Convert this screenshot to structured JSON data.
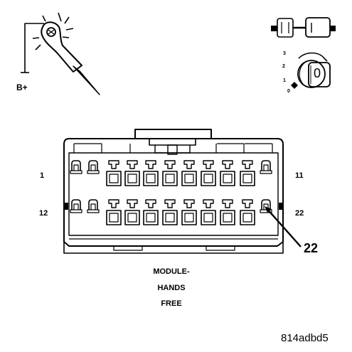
{
  "probe": {
    "label": "B+"
  },
  "connector": {
    "pin_labels": {
      "top_left": "1",
      "bottom_left": "12",
      "top_right": "11",
      "bottom_right": "22"
    },
    "callout": "22",
    "caption": [
      "MODULE-",
      "HANDS",
      "FREE"
    ]
  },
  "ignition": {
    "positions": [
      "3",
      "2",
      "1",
      "0"
    ],
    "key_position": "0"
  },
  "figure_id": "814adbd5"
}
